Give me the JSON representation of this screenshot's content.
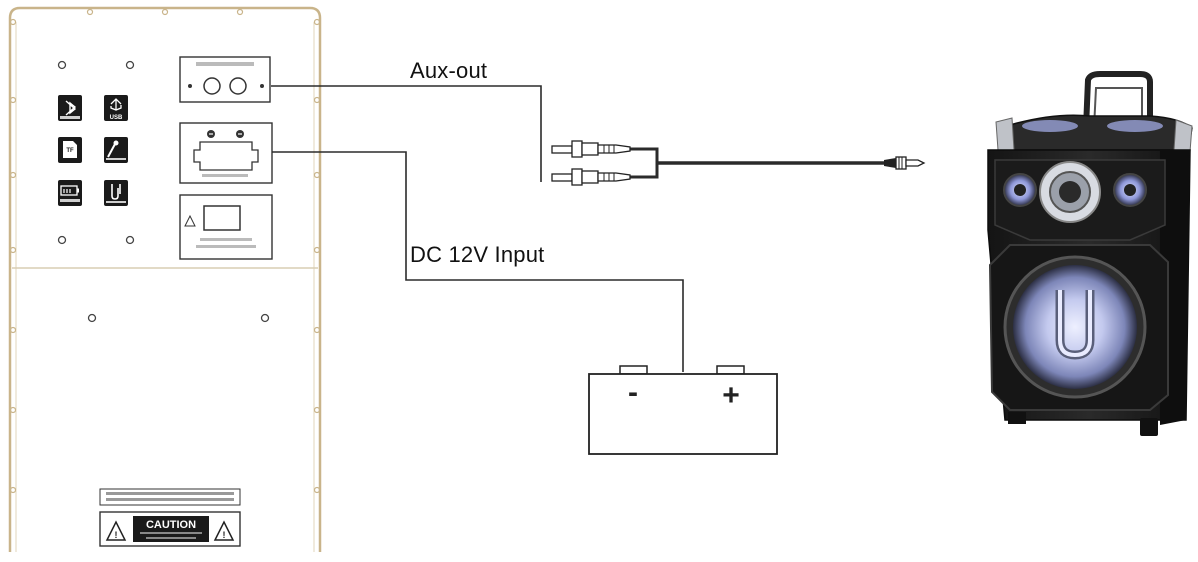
{
  "labels": {
    "aux_out": "Aux-out",
    "dc_input": "DC 12V Input"
  },
  "panel": {
    "icons": [
      {
        "name": "bluetooth-icon",
        "caption": "Bluetooth"
      },
      {
        "name": "usb-icon",
        "caption": "USB"
      },
      {
        "name": "tf-card-icon",
        "caption": "TF"
      },
      {
        "name": "microphone-icon",
        "caption": ""
      },
      {
        "name": "battery-icon",
        "caption": ""
      },
      {
        "name": "guitar-icon",
        "caption": ""
      }
    ],
    "caution_text": "CAUTION"
  },
  "battery": {
    "negative_symbol": "-",
    "positive_symbol": "+"
  },
  "colors": {
    "line": "#2b2b2b",
    "panel_border": "#c9b48a",
    "speaker_body": "#1f1f1f",
    "speaker_glow": "#a9b4e6"
  }
}
